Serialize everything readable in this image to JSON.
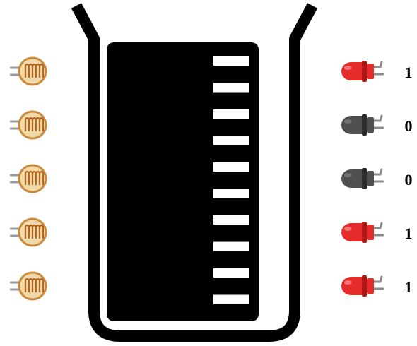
{
  "diagram": {
    "container": {
      "scale_marks": 10
    },
    "sensors": [
      {
        "name": "photoresistor-icon"
      },
      {
        "name": "photoresistor-icon"
      },
      {
        "name": "photoresistor-icon"
      },
      {
        "name": "photoresistor-icon"
      },
      {
        "name": "photoresistor-icon"
      }
    ],
    "leds": [
      {
        "state": "on",
        "bit": "1"
      },
      {
        "state": "off",
        "bit": "0"
      },
      {
        "state": "off",
        "bit": "0"
      },
      {
        "state": "on",
        "bit": "1"
      },
      {
        "state": "on",
        "bit": "1"
      }
    ],
    "colors": {
      "container": "#000000",
      "led_on": "#e62b2b",
      "led_on_shade": "#b01818",
      "led_off": "#4f4f4f",
      "led_off_shade": "#2e2e2e",
      "sensor_body": "#f0d9a8",
      "sensor_rim": "#c98a3c",
      "sensor_trace": "#b5651d",
      "sensor_leads": "#9a9a9a"
    }
  }
}
